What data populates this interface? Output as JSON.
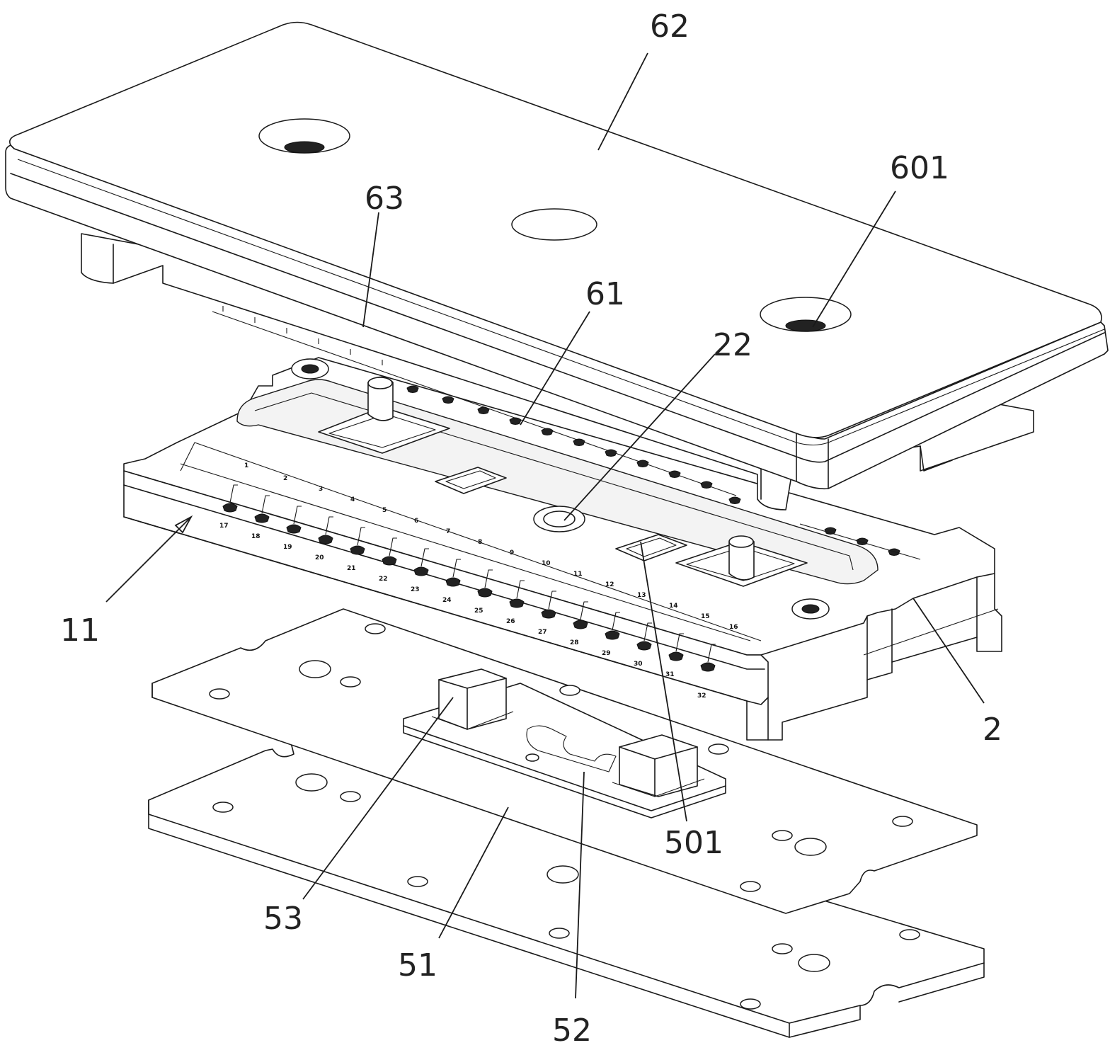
{
  "figure": {
    "type": "exploded isometric mechanical assembly drawing",
    "callouts": [
      {
        "id": "62",
        "label": "62"
      },
      {
        "id": "601",
        "label": "601"
      },
      {
        "id": "63",
        "label": "63"
      },
      {
        "id": "61",
        "label": "61"
      },
      {
        "id": "22",
        "label": "22"
      },
      {
        "id": "11",
        "label": "11"
      },
      {
        "id": "2",
        "label": "2"
      },
      {
        "id": "501",
        "label": "501"
      },
      {
        "id": "53",
        "label": "53"
      },
      {
        "id": "51",
        "label": "51"
      },
      {
        "id": "52",
        "label": "52"
      }
    ]
  }
}
